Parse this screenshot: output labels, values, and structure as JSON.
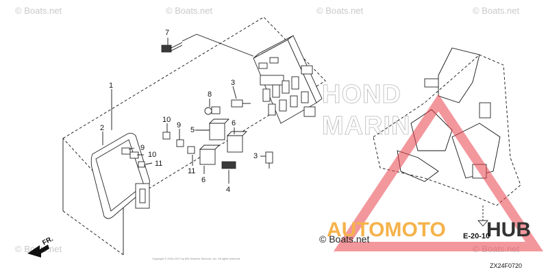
{
  "watermarks": {
    "corner_text": "© Boats.net",
    "bottom_center": "© Boats.net",
    "brand_left": "AUTOMOTO",
    "brand_right": "HUB",
    "brand_left_color": "#f5b24a",
    "brand_right_color": "#333333",
    "triangle_color": "#e8424a"
  },
  "callouts": {
    "c1": "1",
    "c2": "2",
    "c3a": "3",
    "c3b": "3",
    "c4": "4",
    "c5": "5",
    "c6a": "6",
    "c6b": "6",
    "c7": "7",
    "c8": "8",
    "c9a": "9",
    "c9b": "9",
    "c10a": "10",
    "c10b": "10",
    "c11a": "11",
    "c11b": "11"
  },
  "direction_label": "FR.",
  "reference_label": "E-20-10",
  "diagram_code": "ZX24F0720",
  "copyright_text": "Copyright © 2004-2017 by ARI Network Services, Inc. All rights reserved."
}
